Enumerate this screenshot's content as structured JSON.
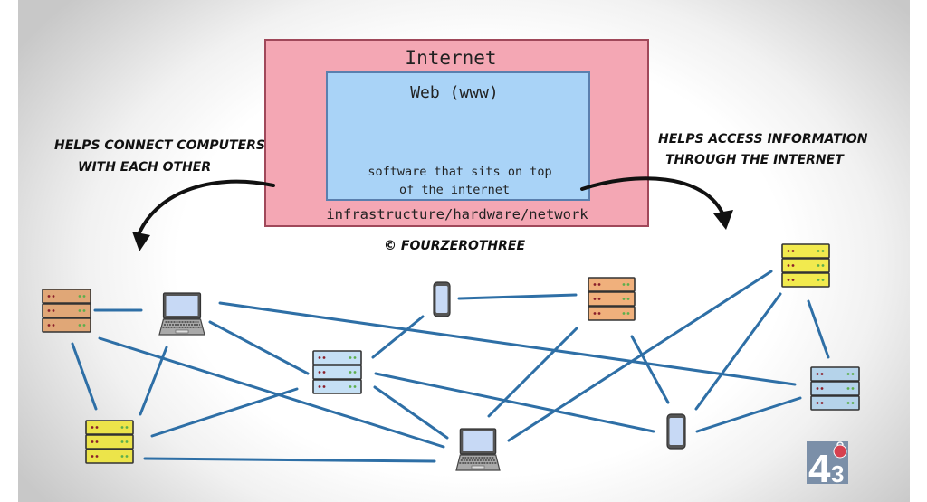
{
  "diagram": {
    "internet_box": {
      "title": "Internet",
      "footer": "infrastructure/hardware/network",
      "fill": "#f4a7b4",
      "stroke": "#a0485a"
    },
    "web_box": {
      "title": "Web (www)",
      "description_line1": "software that sits on top",
      "description_line2": "of the internet",
      "fill": "#a9d3f7",
      "stroke": "#5a7fae"
    },
    "left_annotation": {
      "line1": "HELPS CONNECT COMPUTERS",
      "line2": "WITH EACH OTHER"
    },
    "right_annotation": {
      "line1": "HELPS ACCESS INFORMATION",
      "line2": "THROUGH THE INTERNET"
    },
    "copyright": "© FOURZEROTHREE",
    "logo": {
      "digit_big": "4",
      "digit_small": "3",
      "name": "fourzerothree-logo"
    },
    "connection_color": "#2e6fa6",
    "nodes": [
      {
        "id": "server-brown-left",
        "type": "server",
        "color": "#e0a777"
      },
      {
        "id": "laptop-top",
        "type": "laptop"
      },
      {
        "id": "server-blue-center",
        "type": "server",
        "color": "#c5e0f5"
      },
      {
        "id": "phone-top",
        "type": "phone"
      },
      {
        "id": "server-brown-right",
        "type": "server",
        "color": "#f0b07c"
      },
      {
        "id": "server-yellow-right",
        "type": "server",
        "color": "#f2ea4e"
      },
      {
        "id": "server-blue-right",
        "type": "server",
        "color": "#b5d3ea"
      },
      {
        "id": "server-yellow-left",
        "type": "server",
        "color": "#ece44a"
      },
      {
        "id": "laptop-bottom",
        "type": "laptop"
      },
      {
        "id": "phone-bottom",
        "type": "phone"
      }
    ]
  }
}
